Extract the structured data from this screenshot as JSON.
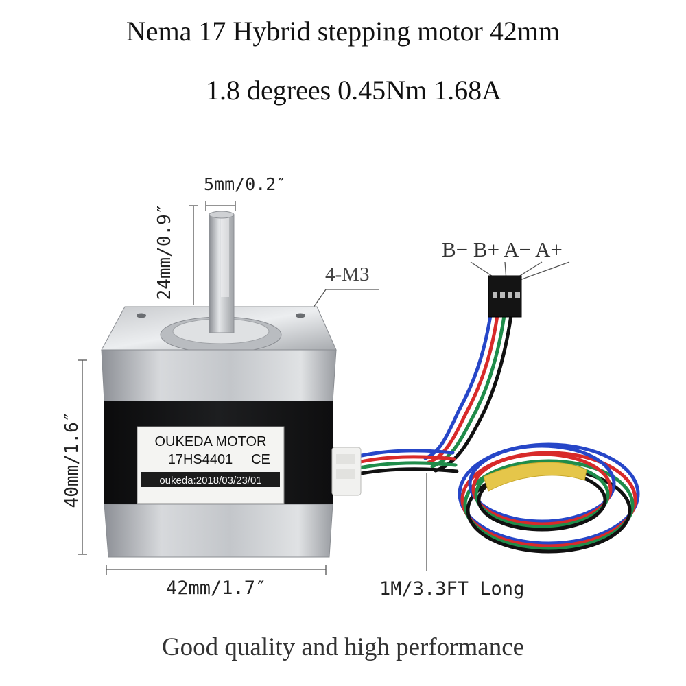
{
  "title_line1": "Nema 17 Hybrid stepping motor 42mm",
  "title_line2": "1.8 degrees 0.45Nm 1.68A",
  "dimensions": {
    "shaft_diameter": "5mm/0.2″",
    "shaft_length": "24mm/0.9″",
    "mount_holes": "4-M3",
    "body_height": "40mm/1.6″",
    "body_width": "42mm/1.7″",
    "cable_length": "1M/3.3FT Long"
  },
  "pins": "B− B+ A− A+",
  "motor_label": {
    "brand": "OUKEDA MOTOR",
    "model": "17HS4401",
    "mark": "CE",
    "batch": "oukeda:2018/03/23/01"
  },
  "wire_colors": [
    "#2646c8",
    "#d82a2a",
    "#1f8c4a",
    "#111111"
  ],
  "footer": "Good quality and high performance"
}
